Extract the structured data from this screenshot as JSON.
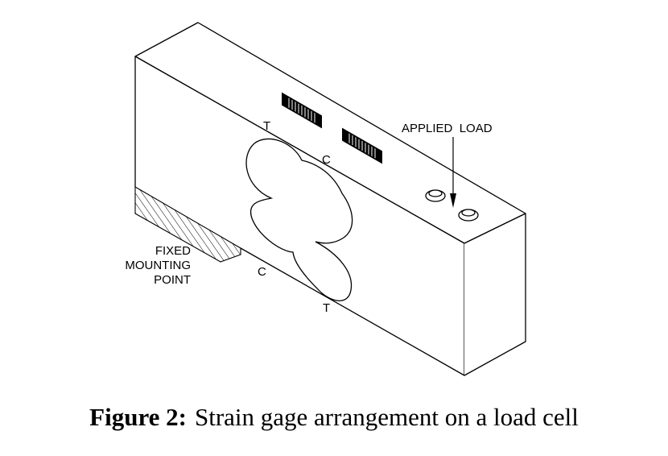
{
  "labels": {
    "top_t": "T",
    "top_c": "C",
    "bottom_c": "C",
    "bottom_t": "T",
    "applied_load": "APPLIED  LOAD",
    "fixed_line1": "FIXED",
    "fixed_line2": "MOUNTING",
    "fixed_line3": "POINT"
  },
  "caption": {
    "number": "Figure 2:",
    "text": "Strain gage arrangement on a load cell"
  }
}
